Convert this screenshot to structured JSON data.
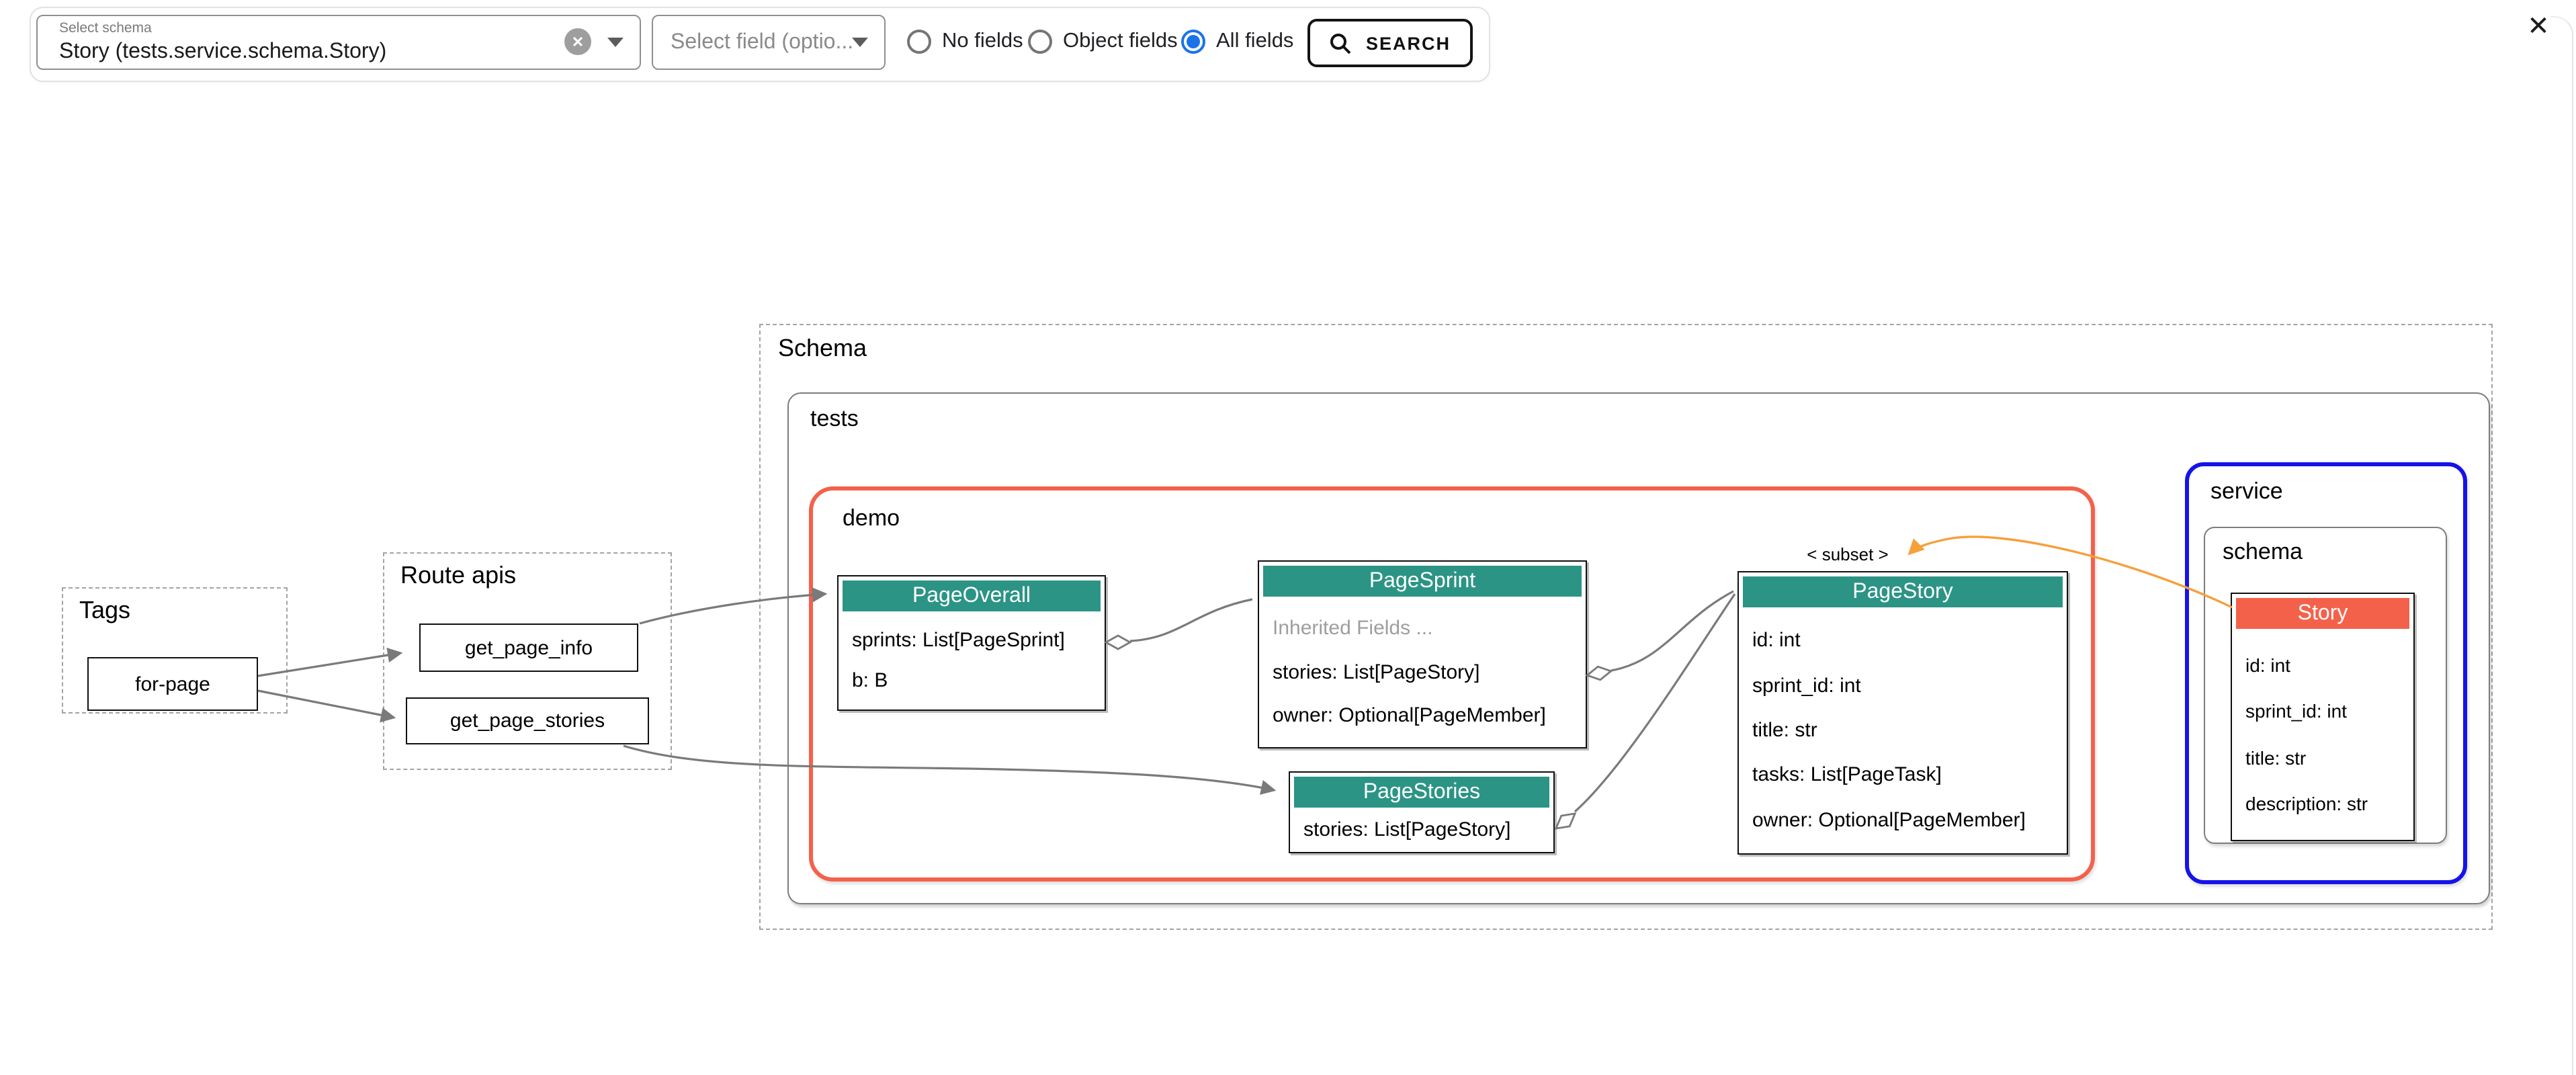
{
  "toolbar": {
    "schema_select": {
      "label": "Select schema",
      "value": "Story (tests.service.schema.Story)"
    },
    "field_select": {
      "placeholder": "Select field (optio..."
    },
    "radios": [
      {
        "label": "No fields",
        "selected": false
      },
      {
        "label": "Object fields",
        "selected": false
      },
      {
        "label": "All fields",
        "selected": true
      }
    ],
    "search_label": "SEARCH"
  },
  "icons": {
    "close": "✕",
    "clear": "✕"
  },
  "diagram": {
    "groups": {
      "tags": {
        "title": "Tags"
      },
      "routes": {
        "title": "Route apis"
      },
      "schema": {
        "title": "Schema"
      },
      "tests": {
        "title": "tests"
      },
      "demo": {
        "title": "demo"
      },
      "service": {
        "title": "service"
      },
      "service_schema": {
        "title": "schema"
      }
    },
    "nodes": {
      "for_page": {
        "label": "for-page"
      },
      "get_page_info": {
        "label": "get_page_info"
      },
      "get_page_stories": {
        "label": "get_page_stories"
      }
    },
    "entities": {
      "page_overall": {
        "title": "PageOverall",
        "fields": [
          "sprints: List[PageSprint]",
          "b: B"
        ]
      },
      "page_sprint": {
        "title": "PageSprint",
        "fields": [
          "Inherited Fields ...",
          "stories: List[PageStory]",
          "owner: Optional[PageMember]"
        ]
      },
      "page_stories": {
        "title": "PageStories",
        "fields": [
          "stories: List[PageStory]"
        ]
      },
      "page_story": {
        "title": "PageStory",
        "fields": [
          "id: int",
          "sprint_id: int",
          "title: str",
          "tasks: List[PageTask]",
          "owner: Optional[PageMember]"
        ]
      },
      "story": {
        "title": "Story",
        "fields": [
          "id: int",
          "sprint_id: int",
          "title: str",
          "description: str"
        ]
      }
    },
    "edge_labels": {
      "subset": "< subset >"
    }
  },
  "colors": {
    "header_teal": "#2b9485",
    "story_header": "#f4614b",
    "demo_border": "#f4614b",
    "service_border": "#1613e8",
    "subset_arrow": "#f6a03c",
    "radio_selected": "#1a73e8",
    "edge_gray": "#7a7a7a"
  }
}
